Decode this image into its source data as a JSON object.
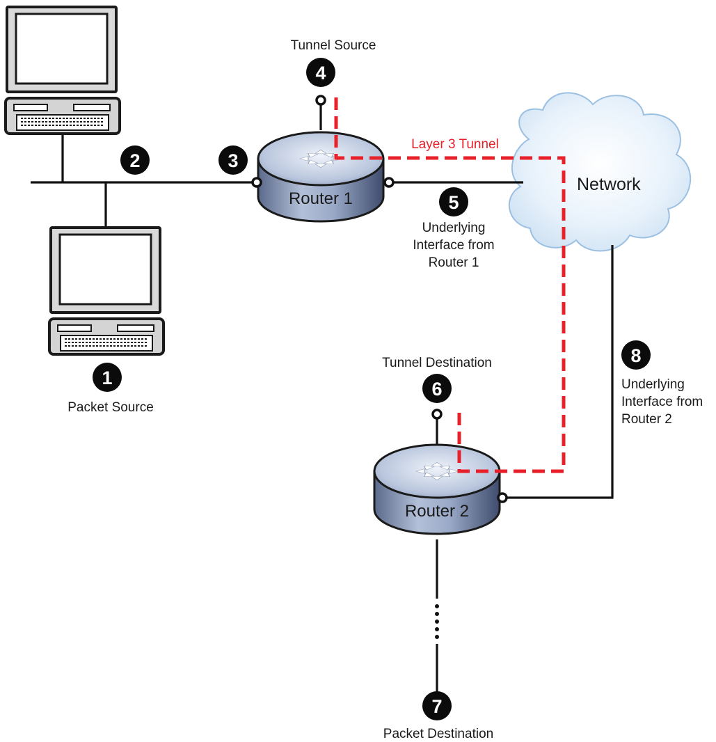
{
  "colors": {
    "tunnel": "#e8202a",
    "line": "#111111",
    "cloud_fill": "#e3f0fa",
    "cloud_stroke": "#8fb6da",
    "router_top": "#c7d3e6",
    "router_body": "#8a9dc0"
  },
  "icons": {
    "computer": "desktop-computer-icon",
    "router": "router-icon",
    "cloud": "cloud-icon"
  },
  "devices": {
    "router1": "Router 1",
    "router2": "Router 2",
    "network": "Network"
  },
  "tunnel_label": "Layer 3 Tunnel",
  "markers": [
    {
      "num": "1",
      "label_lines": [
        "Packet Source"
      ]
    },
    {
      "num": "2",
      "label_lines": []
    },
    {
      "num": "3",
      "label_lines": []
    },
    {
      "num": "4",
      "label_lines": [
        "Tunnel Source"
      ]
    },
    {
      "num": "5",
      "label_lines": [
        "Underlying",
        "Interface from",
        "Router 1"
      ]
    },
    {
      "num": "6",
      "label_lines": [
        "Tunnel Destination"
      ]
    },
    {
      "num": "7",
      "label_lines": [
        "Packet Destination"
      ]
    },
    {
      "num": "8",
      "label_lines": [
        "Underlying",
        "Interface from",
        "Router 2"
      ]
    }
  ]
}
